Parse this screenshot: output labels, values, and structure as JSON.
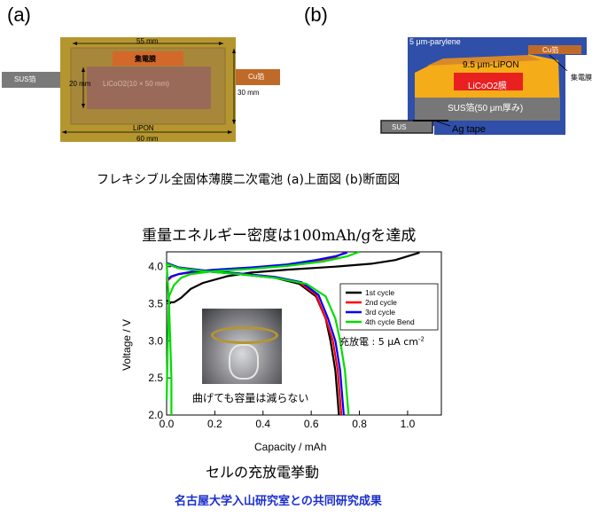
{
  "panel_a": {
    "label": "(a)",
    "dim_top": "55 mm",
    "collector": "集電膜",
    "cathode": "LiCoO2(10 × 50 mm)",
    "dim_left": "20 mm",
    "dim_right": "30 mm",
    "electrolyte": "LiPON",
    "dim_bottom": "60 mm",
    "sus": "SUS箔",
    "cu": "Cu箔"
  },
  "panel_b": {
    "label": "(b)",
    "parylene": "5 μm-parylene",
    "cu": "Cu箔",
    "lipon": "9.5 μm-LiPON",
    "licoo2": "LiCoO2膜",
    "collector": "集電膜",
    "sus_thick": "SUS箔(50 μm厚み)",
    "sus": "SUS",
    "ag_tape": "Ag tape"
  },
  "figure_caption": "フレキシブル全固体薄膜二次電池 (a)上面図 (b)断面図",
  "chart_title": "重量エネルギー密度は100mAh/gを達成",
  "charge_note": "充放電 : 5 μA cm",
  "charge_note_sup": "-2",
  "photo_caption": "曲げても容量は減らない",
  "chart_caption": "セルの充放電挙動",
  "footer": "名古屋大学入山研究室との共同研究成果",
  "chart_data": {
    "type": "line",
    "xlabel": "Capacity / mAh",
    "ylabel": "Voltage / V",
    "xlim": [
      0.0,
      1.14
    ],
    "ylim": [
      2.0,
      4.2
    ],
    "x_ticks": [
      "0.0",
      "0.2",
      "0.4",
      "0.6",
      "0.8",
      "1.0"
    ],
    "y_ticks": [
      "2.0",
      "2.5",
      "3.0",
      "3.5",
      "4.0"
    ],
    "legend_position": "top-right",
    "series": [
      {
        "name": "1st cycle",
        "color": "#000000",
        "charge": [
          [
            0.0,
            3.55
          ],
          [
            0.01,
            3.52
          ],
          [
            0.03,
            3.52
          ],
          [
            0.06,
            3.58
          ],
          [
            0.1,
            3.7
          ],
          [
            0.15,
            3.78
          ],
          [
            0.25,
            3.87
          ],
          [
            0.35,
            3.92
          ],
          [
            0.5,
            3.96
          ],
          [
            0.7,
            4.0
          ],
          [
            0.85,
            4.04
          ],
          [
            0.95,
            4.09
          ],
          [
            1.05,
            4.19
          ]
        ],
        "discharge": [
          [
            0.0,
            4.04
          ],
          [
            0.05,
            3.98
          ],
          [
            0.15,
            3.94
          ],
          [
            0.3,
            3.9
          ],
          [
            0.45,
            3.85
          ],
          [
            0.55,
            3.77
          ],
          [
            0.62,
            3.6
          ],
          [
            0.66,
            3.3
          ],
          [
            0.68,
            3.0
          ],
          [
            0.7,
            2.6
          ],
          [
            0.71,
            2.2
          ],
          [
            0.715,
            2.0
          ]
        ]
      },
      {
        "name": "2nd cycle",
        "color": "#ff0000",
        "charge": [
          [
            0.0,
            3.8
          ],
          [
            0.02,
            3.86
          ],
          [
            0.05,
            3.9
          ],
          [
            0.1,
            3.92
          ],
          [
            0.2,
            3.95
          ],
          [
            0.35,
            3.98
          ],
          [
            0.5,
            4.02
          ],
          [
            0.62,
            4.08
          ],
          [
            0.7,
            4.13
          ],
          [
            0.74,
            4.19
          ]
        ],
        "discharge": [
          [
            0.0,
            4.05
          ],
          [
            0.05,
            3.99
          ],
          [
            0.15,
            3.95
          ],
          [
            0.3,
            3.91
          ],
          [
            0.45,
            3.86
          ],
          [
            0.55,
            3.79
          ],
          [
            0.62,
            3.62
          ],
          [
            0.66,
            3.3
          ],
          [
            0.69,
            3.0
          ],
          [
            0.71,
            2.6
          ],
          [
            0.72,
            2.2
          ],
          [
            0.725,
            2.0
          ]
        ]
      },
      {
        "name": "3rd cycle",
        "color": "#0000ff",
        "charge": [
          [
            0.0,
            3.82
          ],
          [
            0.02,
            3.87
          ],
          [
            0.05,
            3.9
          ],
          [
            0.1,
            3.93
          ],
          [
            0.2,
            3.96
          ],
          [
            0.35,
            3.99
          ],
          [
            0.5,
            4.03
          ],
          [
            0.62,
            4.09
          ],
          [
            0.7,
            4.14
          ],
          [
            0.75,
            4.19
          ]
        ],
        "discharge": [
          [
            0.0,
            4.05
          ],
          [
            0.05,
            3.99
          ],
          [
            0.15,
            3.95
          ],
          [
            0.3,
            3.91
          ],
          [
            0.45,
            3.86
          ],
          [
            0.56,
            3.79
          ],
          [
            0.63,
            3.62
          ],
          [
            0.67,
            3.3
          ],
          [
            0.7,
            3.0
          ],
          [
            0.72,
            2.6
          ],
          [
            0.73,
            2.2
          ],
          [
            0.735,
            2.0
          ]
        ]
      },
      {
        "name": "4th cycle Bend",
        "color": "#00dd00",
        "charge": [
          [
            0.0,
            2.2
          ],
          [
            0.005,
            3.0
          ],
          [
            0.01,
            3.6
          ],
          [
            0.03,
            3.75
          ],
          [
            0.06,
            3.85
          ],
          [
            0.1,
            3.9
          ],
          [
            0.2,
            3.94
          ],
          [
            0.35,
            3.97
          ],
          [
            0.5,
            4.01
          ],
          [
            0.65,
            4.07
          ],
          [
            0.75,
            4.14
          ],
          [
            0.8,
            4.2
          ]
        ],
        "discharge": [
          [
            0.0,
            4.04
          ],
          [
            0.05,
            3.98
          ],
          [
            0.15,
            3.94
          ],
          [
            0.3,
            3.9
          ],
          [
            0.45,
            3.85
          ],
          [
            0.58,
            3.77
          ],
          [
            0.66,
            3.6
          ],
          [
            0.7,
            3.3
          ],
          [
            0.72,
            3.0
          ],
          [
            0.74,
            2.6
          ],
          [
            0.75,
            2.2
          ],
          [
            0.755,
            2.0
          ]
        ],
        "initial_drop": [
          [
            0.0,
            4.05
          ],
          [
            0.01,
            3.5
          ],
          [
            0.015,
            3.0
          ],
          [
            0.02,
            2.5
          ],
          [
            0.02,
            2.0
          ]
        ]
      }
    ]
  }
}
